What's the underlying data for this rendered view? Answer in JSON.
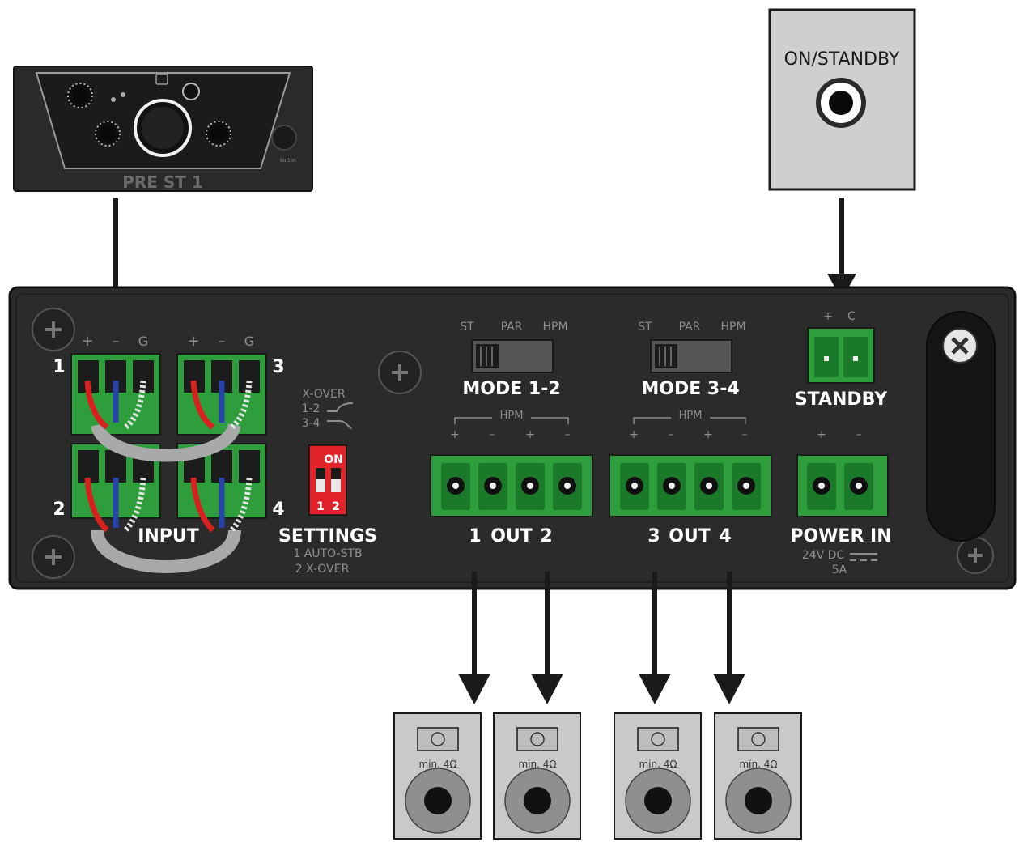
{
  "controller": {
    "name": "PRE ST 1",
    "button_label": "button"
  },
  "standby_switch": {
    "label": "ON/STANDBY"
  },
  "amp": {
    "input": {
      "label": "INPUT",
      "pin_plus": "+",
      "pin_minus": "–",
      "pin_g": "G",
      "ch1": "1",
      "ch2": "2",
      "ch3": "3",
      "ch4": "4"
    },
    "xover": {
      "title": "X-OVER",
      "line1": "1-2",
      "line2": "3-4"
    },
    "dip": {
      "on_label": "ON",
      "sw1": "1",
      "sw2": "2"
    },
    "settings": {
      "label": "SETTINGS",
      "line1": "1 AUTO-STB",
      "line2": "2 X-OVER"
    },
    "mode12": {
      "label": "MODE 1-2",
      "st": "ST",
      "par": "PAR",
      "hpm": "HPM"
    },
    "mode34": {
      "label": "MODE 3-4",
      "st": "ST",
      "par": "PAR",
      "hpm": "HPM"
    },
    "hpm_label": "HPM",
    "out12": {
      "left": "1",
      "mid": "OUT",
      "right": "2"
    },
    "out34": {
      "left": "3",
      "mid": "OUT",
      "right": "4"
    },
    "standby": {
      "label": "STANDBY",
      "plus": "+",
      "c": "C"
    },
    "power": {
      "label": "POWER IN",
      "voltage": "24V DC",
      "current": "5A",
      "plus": "+",
      "minus": "–"
    }
  },
  "speakers": [
    {
      "label": "min. 4Ω"
    },
    {
      "label": "min. 4Ω"
    },
    {
      "label": "min. 4Ω"
    },
    {
      "label": "min. 4Ω"
    }
  ],
  "colors": {
    "panel": "#2b2b2b",
    "panel_dark": "#1c1c1c",
    "terminal_green": "#2e9e3c",
    "dip_red": "#e0242a",
    "wire_red": "#d8201e",
    "wire_blue": "#2742a8",
    "loop_gray": "#a9a9a9",
    "box_gray": "#c9c9c9"
  }
}
